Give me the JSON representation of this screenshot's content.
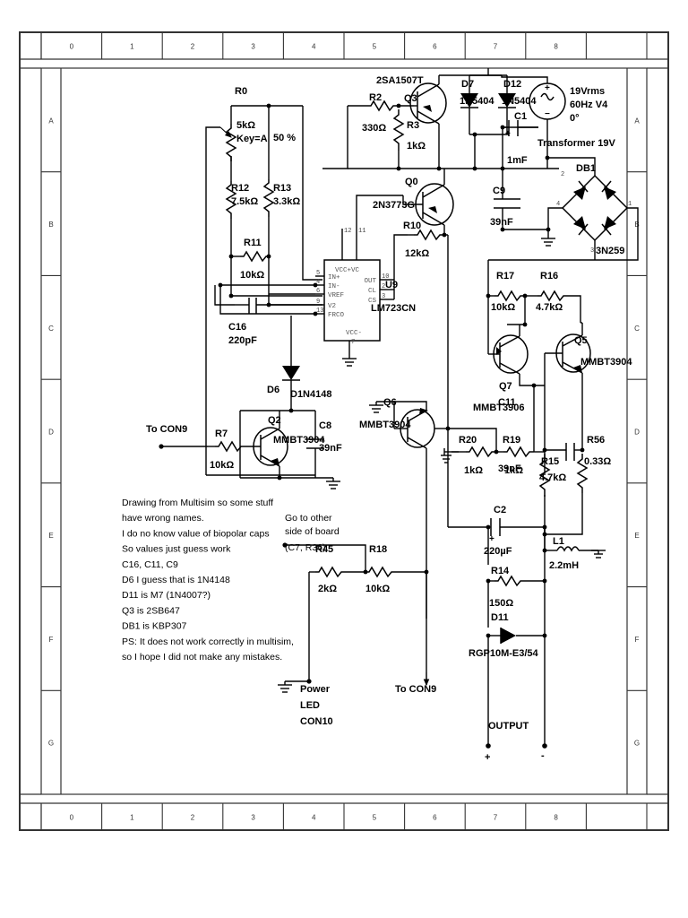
{
  "sheet": {
    "columns": [
      "0",
      "1",
      "2",
      "3",
      "4",
      "5",
      "6",
      "7",
      "8"
    ],
    "rows": [
      "A",
      "B",
      "C",
      "D",
      "E",
      "F",
      "G"
    ]
  },
  "notes": {
    "lines": [
      "Drawing from Multisim so some stuff",
      "have wrong names.",
      "I do no know value of biopolar caps",
      "So values just guess work",
      "C16, C11, C9",
      "D6 I guess that is 1N4148",
      "D11 is M7 (1N4007?)",
      "Q3 is 2SB647",
      "DB1 is KBP307",
      "PS: It does not work correctly in multisim,",
      "so I hope I did not make any mistakes."
    ]
  },
  "components": {
    "R0": {
      "ref": "R0",
      "value": "5kΩ",
      "key": "Key=A",
      "wiper": "50 %"
    },
    "R12": {
      "ref": "R12",
      "value": "7.5kΩ"
    },
    "R13": {
      "ref": "R13",
      "value": "3.3kΩ"
    },
    "R11": {
      "ref": "R11",
      "value": "10kΩ"
    },
    "C16": {
      "ref": "C16",
      "value": "220pF"
    },
    "R2": {
      "ref": "R2",
      "value": "330Ω"
    },
    "R3": {
      "ref": "R3",
      "value": "1kΩ"
    },
    "R10": {
      "ref": "R10",
      "value": "12kΩ"
    },
    "Q3": {
      "ref": "Q3",
      "part": "2SA1507T"
    },
    "Q0": {
      "ref": "Q0",
      "part": "2N3773G"
    },
    "D7": {
      "ref": "D7",
      "part": "1N5404"
    },
    "D12": {
      "ref": "D12",
      "part": "1N5404"
    },
    "C1": {
      "ref": "C1",
      "value": "1mF",
      "polarity": "+"
    },
    "C9": {
      "ref": "C9",
      "value": "39nF"
    },
    "V4": {
      "ref": "V4",
      "vrms": "19Vrms",
      "freq": "60Hz V4",
      "phase": "0°",
      "note": "Transformer 19V"
    },
    "DB1": {
      "ref": "DB1",
      "part": "3N259",
      "pins": [
        "1",
        "2",
        "3",
        "4"
      ]
    },
    "U9": {
      "ref": "U9",
      "part": "LM723CN",
      "pins_left": [
        [
          "5",
          "IN+"
        ],
        [
          "4",
          "IN-"
        ],
        [
          "6",
          "VREF"
        ],
        [
          "9",
          "V2"
        ],
        [
          "13",
          "FRCO"
        ]
      ],
      "pins_top": [
        [
          "12",
          "VCC+"
        ],
        [
          "11",
          "VC"
        ]
      ],
      "pins_right": [
        [
          "10",
          "OUT"
        ],
        [
          "2",
          "CL"
        ],
        [
          "3",
          "CS"
        ]
      ],
      "pins_bottom": [
        [
          "7",
          "VCC-"
        ]
      ]
    },
    "R17": {
      "ref": "R17",
      "value": "10kΩ"
    },
    "R16": {
      "ref": "R16",
      "value": "4.7kΩ"
    },
    "Q5": {
      "ref": "Q5",
      "part": "MMBT3904"
    },
    "Q7": {
      "ref": "Q7",
      "part": "MMBT3906"
    },
    "C11": {
      "ref": "C11",
      "value": "39nF"
    },
    "R56": {
      "ref": "R56",
      "value": "0.33Ω"
    },
    "R15": {
      "ref": "R15",
      "value": "4.7kΩ"
    },
    "R20": {
      "ref": "R20",
      "value": "1kΩ"
    },
    "R19": {
      "ref": "R19",
      "value": "1kΩ"
    },
    "D6": {
      "ref": "D6",
      "part": "D1N4148"
    },
    "Q2": {
      "ref": "Q2",
      "part": "MMBT3904"
    },
    "R7": {
      "ref": "R7",
      "value": "10kΩ"
    },
    "C8": {
      "ref": "C8",
      "value": "39nF"
    },
    "Q6": {
      "ref": "Q6",
      "part": "MMBT3904"
    },
    "R45": {
      "ref": "R45",
      "value": "2kΩ"
    },
    "R18": {
      "ref": "R18",
      "value": "10kΩ"
    },
    "C2": {
      "ref": "C2",
      "value": "220µF",
      "polarity": "+"
    },
    "R14": {
      "ref": "R14",
      "value": "150Ω"
    },
    "D11": {
      "ref": "D11",
      "part": "RGP10M-E3/54"
    },
    "L1": {
      "ref": "L1",
      "value": "2.2mH"
    }
  },
  "annotations": {
    "to_con9_left": "To CON9",
    "to_con9_bottom": "To CON9",
    "goto_other_1": "Go to other",
    "goto_other_2": "side of board",
    "goto_other_3": "(C7, R36)",
    "power_led_1": "Power",
    "power_led_2": "LED",
    "power_led_3": "CON10",
    "output": "OUTPUT",
    "output_plus": "+",
    "output_minus": "-"
  },
  "colors": {
    "ink": "#000000",
    "frame": "#333333",
    "paper": "#ffffff"
  }
}
